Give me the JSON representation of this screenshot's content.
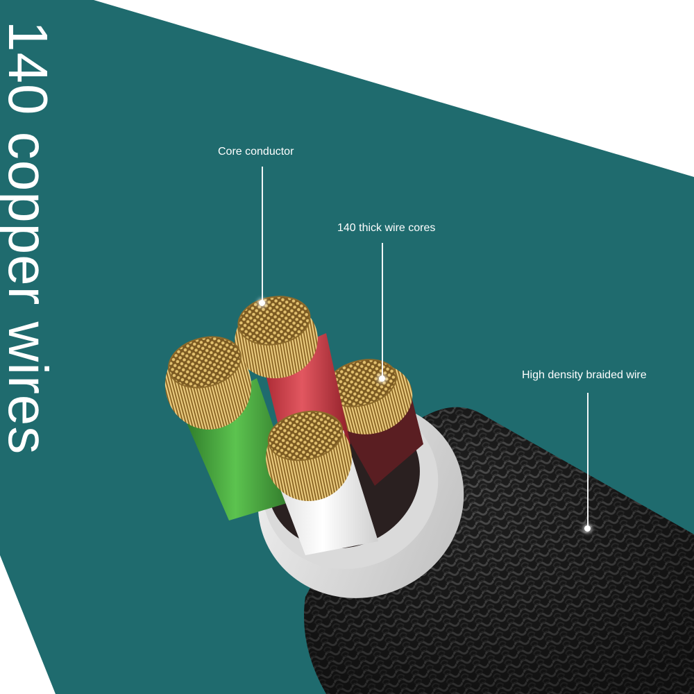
{
  "title": "140 copper wires",
  "callouts": {
    "core_conductor": "Core conductor",
    "wire_cores": "140 thick wire cores",
    "braided_wire": "High density braided wire"
  },
  "colors": {
    "background_teal": "#1f6b6e",
    "background_white": "#ffffff",
    "copper_gold": "#c9a45a",
    "core_green": "#3c9a36",
    "core_red": "#c93a43",
    "core_white": "#eeeeee",
    "jacket": "#e4e4e4",
    "braid": "#1e1e1e"
  }
}
